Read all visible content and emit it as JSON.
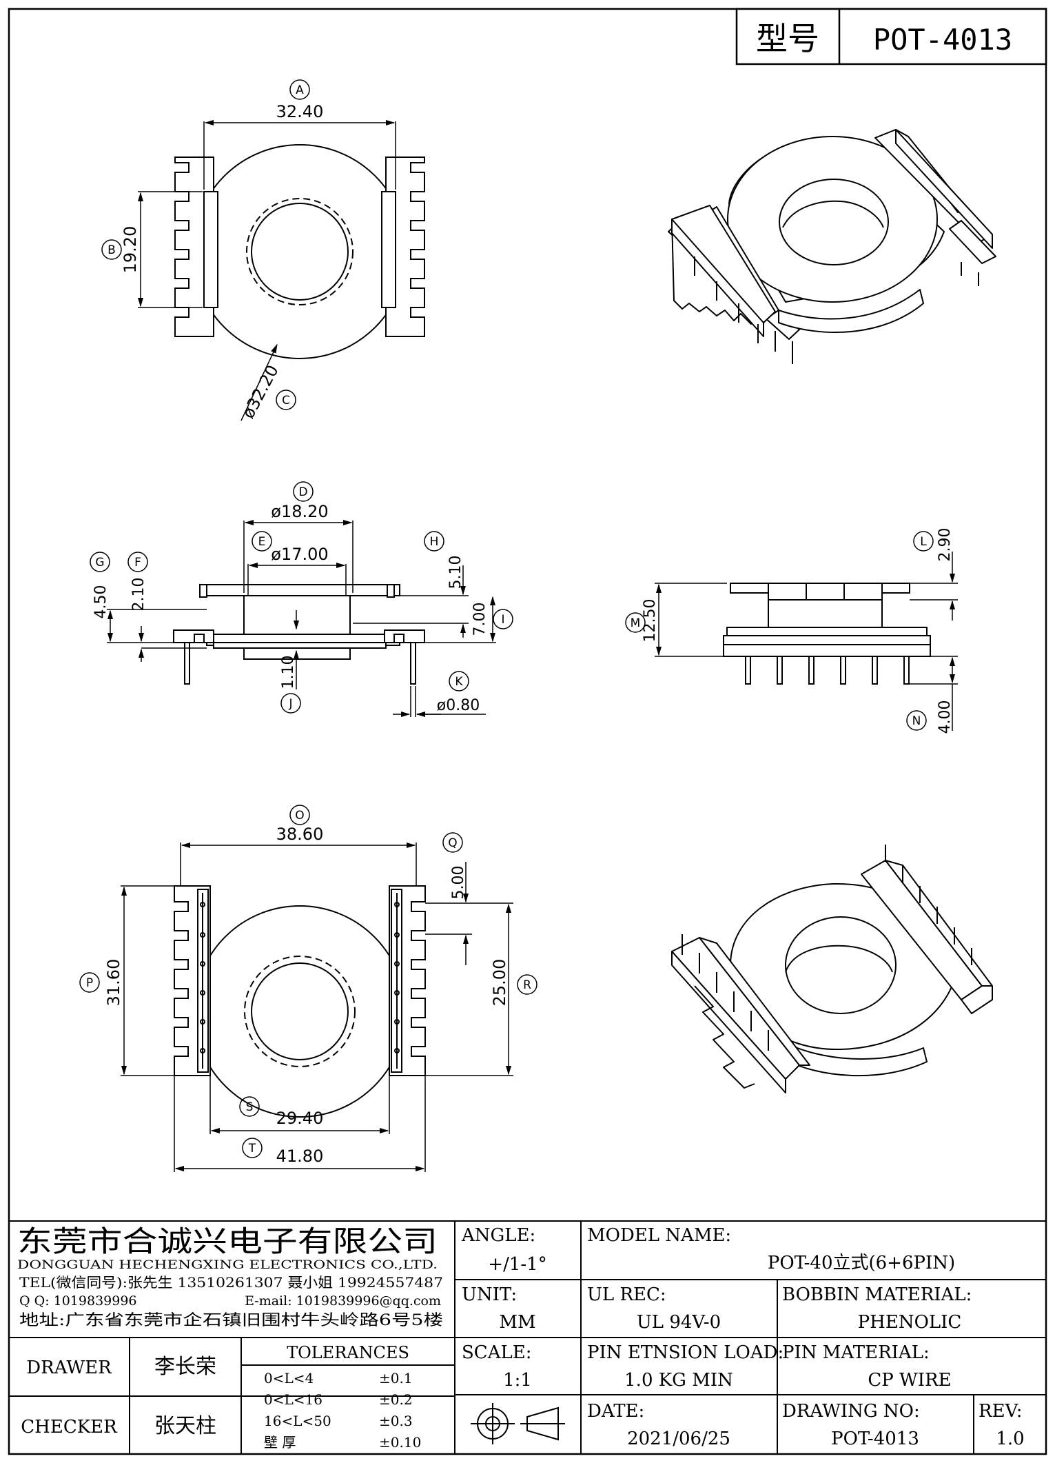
{
  "header": {
    "type_label": "型号",
    "model_no": "POT-4013"
  },
  "dims": {
    "A": {
      "letter": "A",
      "value": "32.40"
    },
    "B": {
      "letter": "B",
      "value": "19.20"
    },
    "C": {
      "letter": "C",
      "value": "ø32.20"
    },
    "D": {
      "letter": "D",
      "value": "ø18.20"
    },
    "E": {
      "letter": "E",
      "value": "ø17.00"
    },
    "F": {
      "letter": "F",
      "value": "2.10"
    },
    "G": {
      "letter": "G",
      "value": "4.50"
    },
    "H": {
      "letter": "H",
      "value": "5.10"
    },
    "I": {
      "letter": "I",
      "value": "7.00"
    },
    "J": {
      "letter": "J",
      "value": "1.10"
    },
    "K": {
      "letter": "K",
      "value": "ø0.80"
    },
    "L": {
      "letter": "L",
      "value": "2.90"
    },
    "M": {
      "letter": "M",
      "value": "12.50"
    },
    "N": {
      "letter": "N",
      "value": "4.00"
    },
    "O": {
      "letter": "O",
      "value": "38.60"
    },
    "P": {
      "letter": "P",
      "value": "31.60"
    },
    "Q": {
      "letter": "Q",
      "value": "5.00"
    },
    "R": {
      "letter": "R",
      "value": "25.00"
    },
    "S": {
      "letter": "S",
      "value": "29.40"
    },
    "T": {
      "letter": "T",
      "value": "41.80"
    }
  },
  "company": {
    "name_cn": "东莞市合诚兴电子有限公司",
    "name_en": "DONGGUAN HECHENGXING ELECTRONICS CO.,LTD.",
    "tel": "TEL(微信同号):张先生 13510261307 聂小姐 19924557487",
    "qq": "Q Q: 1019839996",
    "email": "E-mail: 1019839996@qq.com",
    "address": "地址:广东省东莞市企石镇旧围村牛头岭路6号5楼"
  },
  "titleblock": {
    "angle_label": "ANGLE:",
    "angle_value": "+/1-1°",
    "unit_label": "UNIT:",
    "unit_value": "MM",
    "scale_label": "SCALE:",
    "scale_value": "1:1",
    "model_label": "MODEL NAME:",
    "model_value": "POT-40立式(6+6PIN)",
    "ul_label": "UL REC:",
    "ul_value": "UL 94V-0",
    "bobbin_label": "BOBBIN MATERIAL:",
    "bobbin_value": "PHENOLIC",
    "pinload_label": "PIN ETNSION LOAD:",
    "pinload_value": "1.0 KG MIN",
    "pinmat_label": "PIN MATERIAL:",
    "pinmat_value": "CP WIRE",
    "date_label": "DATE:",
    "date_value": "2021/06/25",
    "drawno_label": "DRAWING NO:",
    "drawno_value": "POT-4013",
    "rev_label": "REV:",
    "rev_value": "1.0",
    "drawer_label": "DRAWER",
    "drawer_name": "李长荣",
    "checker_label": "CHECKER",
    "checker_name": "张天柱",
    "tol_title": "TOLERANCES",
    "tol_rows": [
      {
        "range": "0<L<4",
        "tol": "±0.1"
      },
      {
        "range": "0<L<16",
        "tol": "±0.2"
      },
      {
        "range": "16<L<50",
        "tol": "±0.3"
      },
      {
        "range": "壁    厚",
        "tol": "±0.10"
      }
    ]
  }
}
